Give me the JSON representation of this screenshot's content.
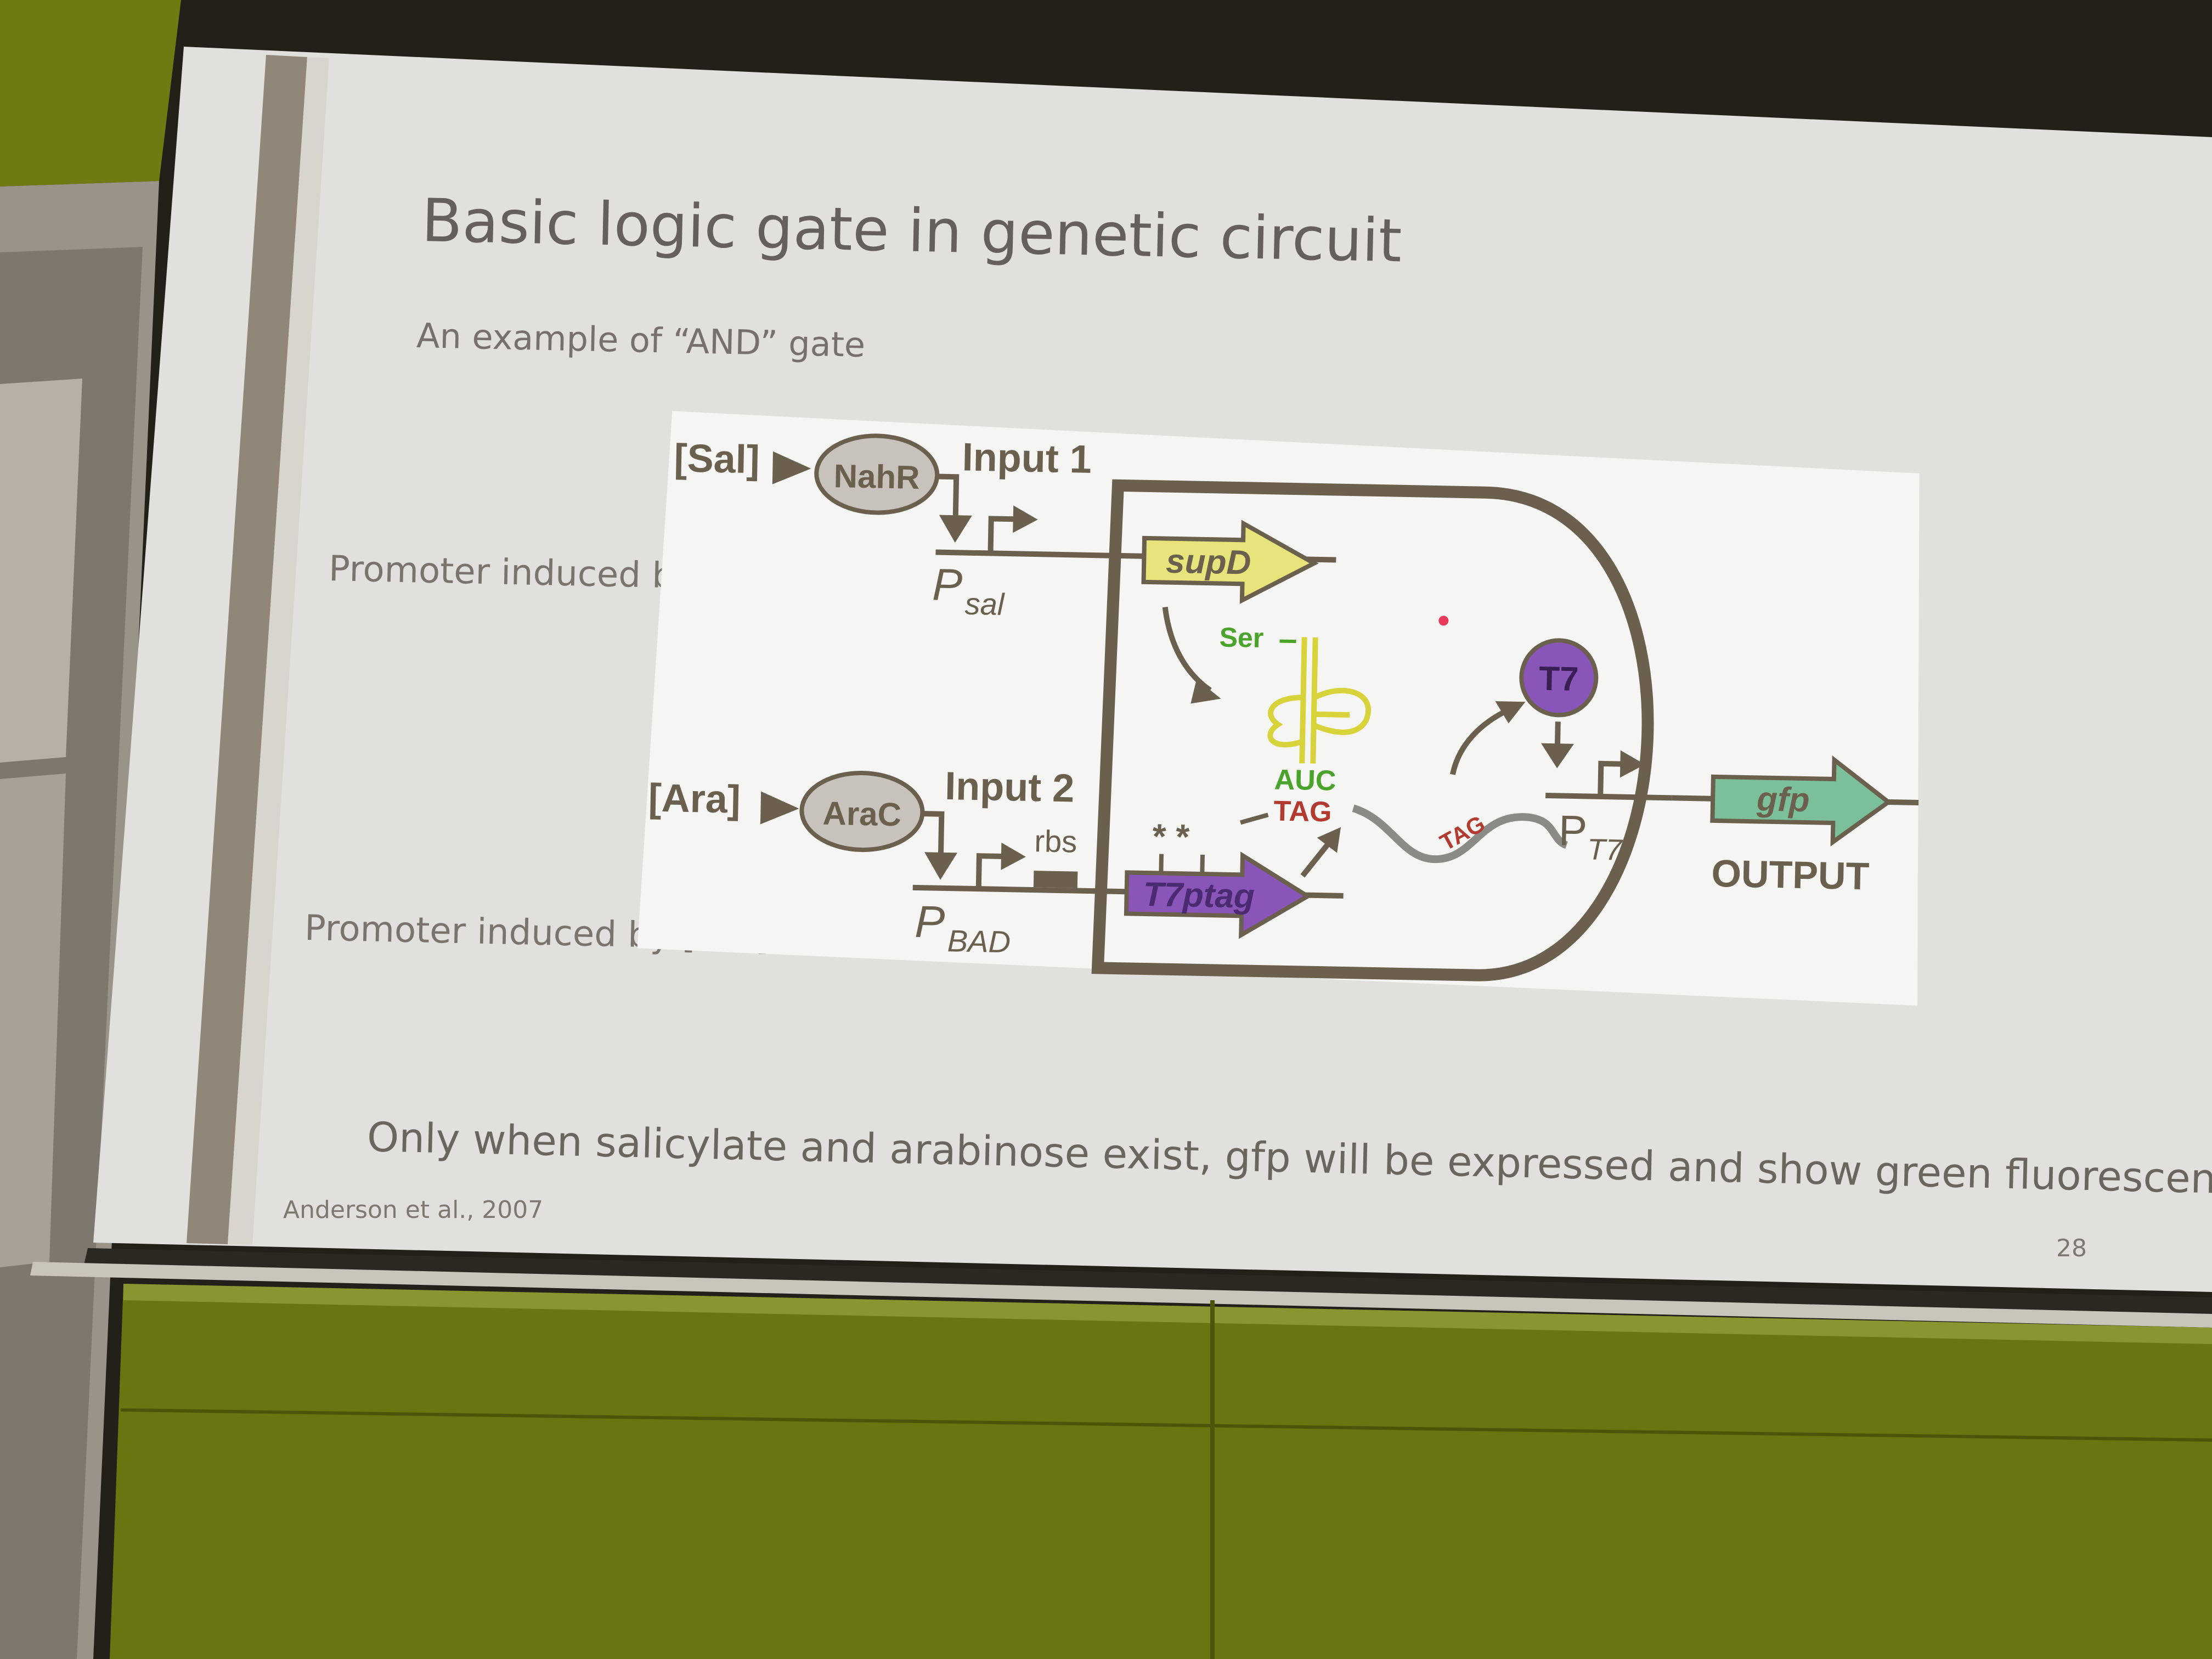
{
  "slide": {
    "title": "Basic logic gate in genetic circuit",
    "subtitle": "An example of “AND” gate",
    "annotation_sal": "Promoter induced by [Sal]",
    "annotation_ara": "Promoter induced by [Ara]",
    "caption": "Only when salicylate and arabinose exist, gfp will be expressed and show green fluorescence.",
    "citation": "Anderson et al., 2007",
    "page_number": "28"
  },
  "figure": {
    "sal": "[Sal]",
    "nahr": "NahR",
    "input1": "Input 1",
    "psal_p": "P",
    "psal_sub": "sal",
    "supd": "supD",
    "ser": "Ser",
    "auc": "AUC",
    "tag": "TAG",
    "tag2": "TAG",
    "t7": "T7",
    "pt7_p": "P",
    "pt7_sub": "T7",
    "ara": "[Ara]",
    "arac": "AraC",
    "input2": "Input 2",
    "rbs": "rbs",
    "pbad_p": "P",
    "pbad_sub": "BAD",
    "t7ptag": "T7ptag",
    "stars": "* *",
    "gfp": "gfp",
    "output": "OUTPUT"
  },
  "colors": {
    "wall_green": "#6f7a12",
    "screen": "#e4e2de",
    "dark_line": "#6b5f4e",
    "supd_fill": "#e6e47a",
    "t7ptag_fill": "#8a55b8",
    "gfp_fill": "#7cc09a",
    "trna_yellow": "#d8d33a",
    "ser_green": "#4aa32a",
    "tag_red": "#b23a2e",
    "oval_grey": "#c7c2bc"
  }
}
